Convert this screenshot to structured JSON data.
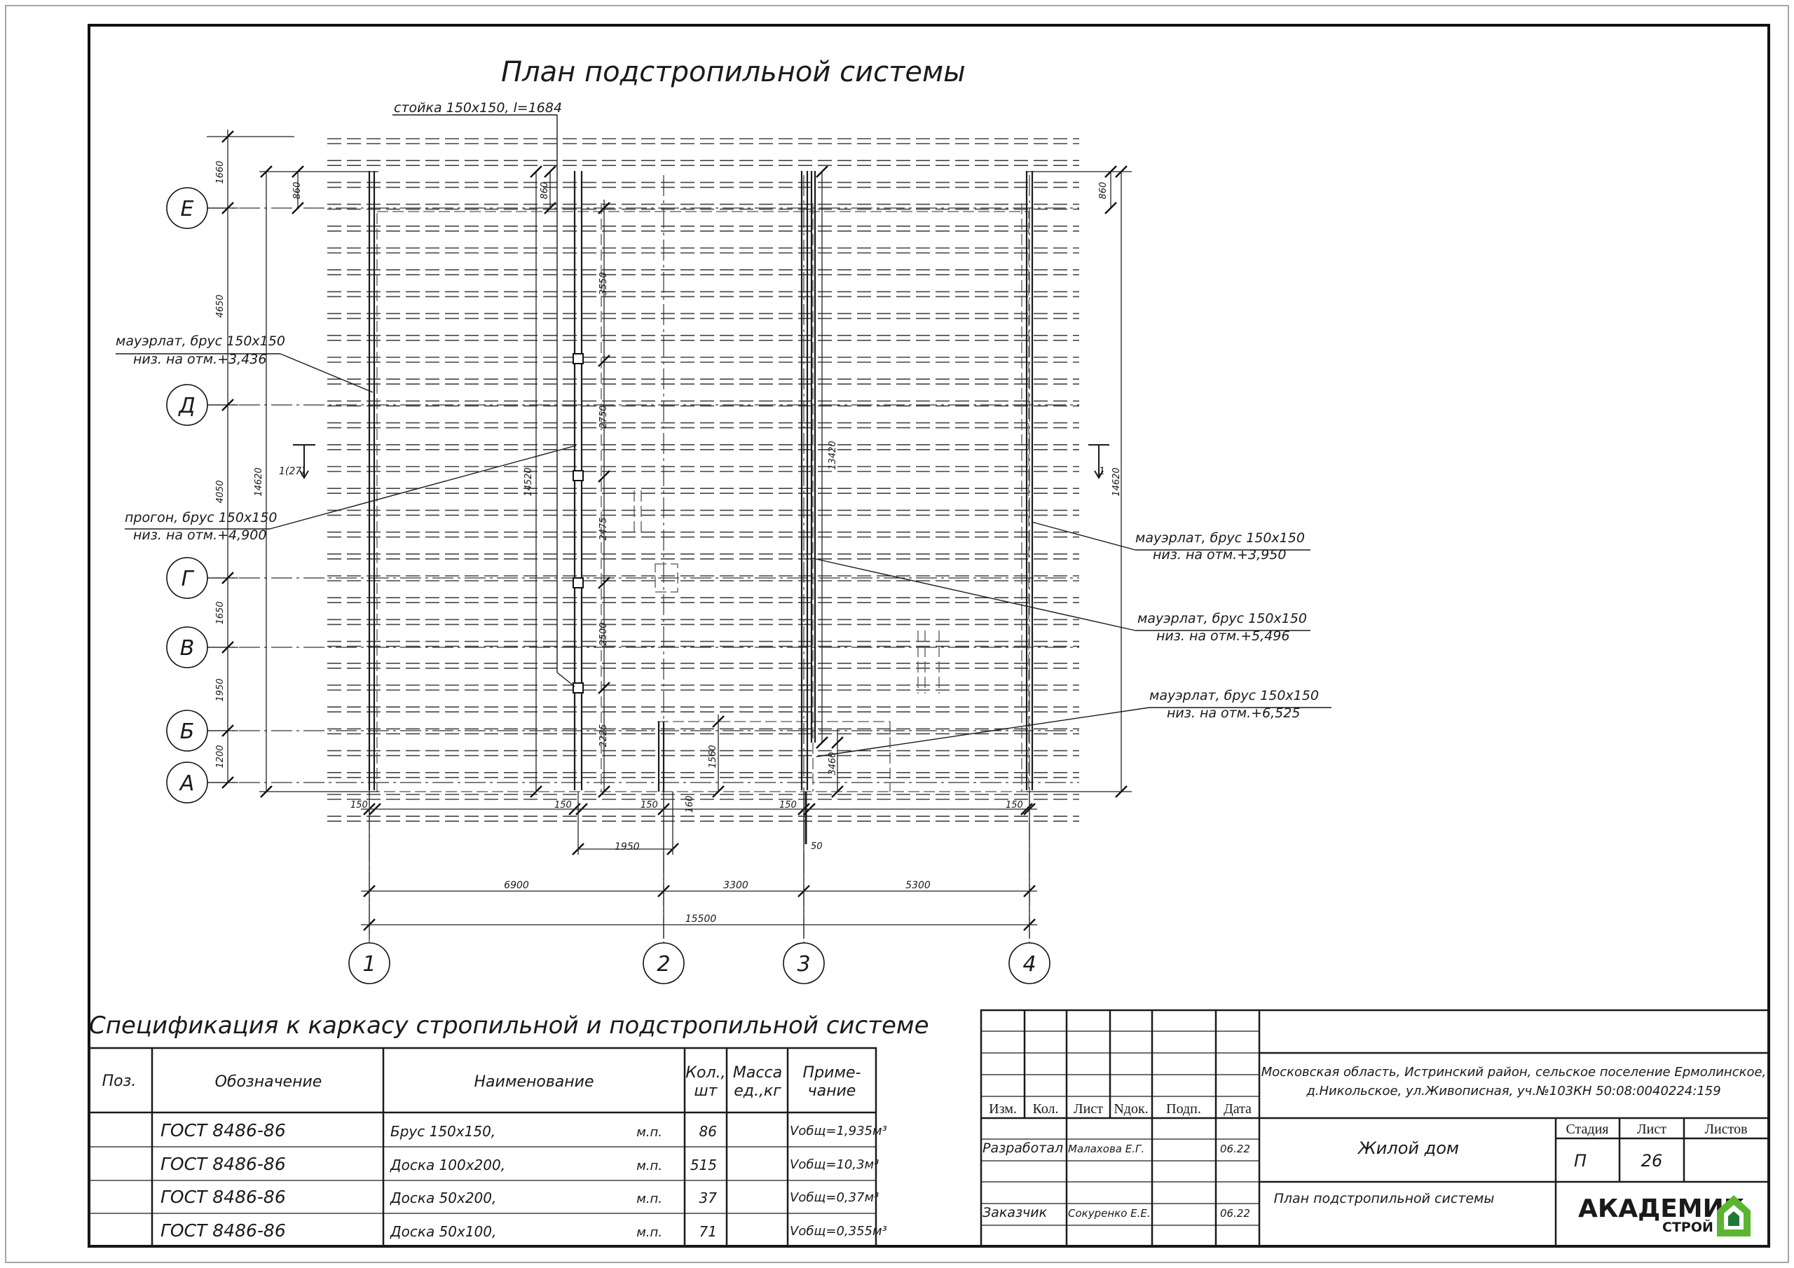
{
  "drawing": {
    "title": "План подстропильной системы",
    "callouts": {
      "post": "стойка 150х150, l=1684",
      "mauerlat_left_1": "мауэрлат, брус 150х150",
      "mauerlat_left_2": "низ. на отм.+3,436",
      "purlin_1": "прогон, брус 150х150",
      "purlin_2": "низ. на отм.+4,900",
      "mauerlat_r1_1": "мауэрлат, брус 150х150",
      "mauerlat_r1_2": "низ. на отм.+3,950",
      "mauerlat_r2_1": "мауэрлат, брус 150х150",
      "mauerlat_r2_2": "низ. на отм.+5,496",
      "mauerlat_r3_1": "мауэрлат, брус 150х150",
      "mauerlat_r3_2": "низ. на отм.+6,525"
    },
    "row_axes": [
      "Е",
      "Д",
      "Г",
      "В",
      "Б",
      "А"
    ],
    "col_axes": [
      "1",
      "2",
      "3",
      "4"
    ],
    "left_dims": [
      "1660",
      "4650",
      "4050",
      "1650",
      "1950",
      "1200"
    ],
    "total_dim": "14620",
    "inner_dim_left": "14520",
    "inner_dim_right": "13420",
    "right_total": "14620",
    "dim_860": "860",
    "vertical_dims": [
      "3550",
      "2750",
      "2475",
      "2500",
      "2225"
    ],
    "small_dims": {
      "d1560": "1560",
      "d3460": "3460",
      "d160": "160",
      "d150": "150",
      "d50": "50",
      "d1950": "1950"
    },
    "bottom_dims": [
      "6900",
      "3300",
      "5300"
    ],
    "bottom_total": "15500",
    "section_left": "1(27)",
    "section_right": "1"
  },
  "spec": {
    "title": "Спецификация к каркасу стропильной и подстропильной системе",
    "headers": {
      "pos": "Поз.",
      "designation": "Обозначение",
      "name": "Наименование",
      "qty_1": "Кол.,",
      "qty_2": "шт",
      "mass_1": "Масса",
      "mass_2": "ед.,кг",
      "note_1": "Приме-",
      "note_2": "чание"
    },
    "rows": [
      {
        "designation": "ГОСТ 8486-86",
        "name": "Брус 150х150,",
        "unit": "м.п.",
        "qty": "86",
        "note": "Vобщ=1,935м³"
      },
      {
        "designation": "ГОСТ 8486-86",
        "name": "Доска 100х200,",
        "unit": "м.п.",
        "qty": "515",
        "note": "Vобщ=10,3м³"
      },
      {
        "designation": "ГОСТ 8486-86",
        "name": "Доска 50х200,",
        "unit": "м.п.",
        "qty": "37",
        "note": "Vобщ=0,37м³"
      },
      {
        "designation": "ГОСТ 8486-86",
        "name": "Доска 50х100,",
        "unit": "м.п.",
        "qty": "71",
        "note": "Vобщ=0,355м³"
      }
    ]
  },
  "title_block": {
    "address_1": "Московская область, Истринский район, сельское поселение Ермолинское,",
    "address_2": "д.Никольское, ул.Живописная, уч.№103КН 50:08:0040224:159",
    "cols": [
      "Изм.",
      "Кол.",
      "Лист",
      "Nдок.",
      "Подп.",
      "Дата"
    ],
    "developed_label": "Разработал",
    "developed_name": "Малахова Е.Г.",
    "developed_date": "06.22",
    "customer_label": "Заказчик",
    "customer_name": "Сокуренко Е.Е.",
    "customer_date": "06.22",
    "object": "Жилой дом",
    "sheet_title": "План подстропильной системы",
    "stage_label": "Стадия",
    "sheet_label": "Лист",
    "sheets_label": "Листов",
    "stage": "П",
    "sheet": "26",
    "sheets": "",
    "logo_main": "АКАДЕМИК",
    "logo_sub": "СТРОЙ"
  },
  "colors": {
    "logo_green": "#5bb533",
    "logo_dark": "#1d7a36"
  }
}
